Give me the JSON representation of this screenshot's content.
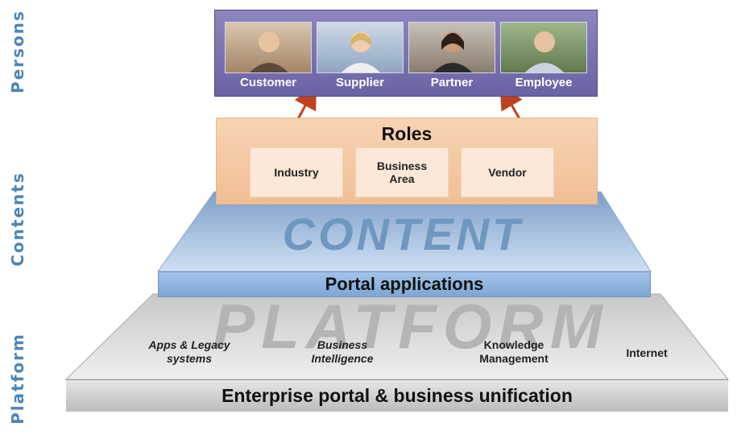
{
  "side_labels": {
    "persons": "Persons",
    "contents": "Contents",
    "platform": "Platform"
  },
  "persons": [
    "Customer",
    "Supplier",
    "Partner",
    "Employee"
  ],
  "roles": {
    "title": "Roles",
    "items": [
      "Industry",
      "Business Area",
      "Vendor"
    ]
  },
  "content": {
    "title": "CONTENT",
    "bar_label": "Portal applications"
  },
  "platform": {
    "title": "PLATFORM",
    "items": [
      "Apps & Legacy systems",
      "Business Intelligence",
      "Knowledge Management",
      "Internet"
    ],
    "bar_label": "Enterprise portal & business unification"
  },
  "colors": {
    "side_label": "#4a86b8",
    "persons_panel": "#7a72b2",
    "roles": "#f5c9a3",
    "content": "#94b8e0",
    "platform": "#cfcfcf",
    "arrow": "#c0421c"
  }
}
